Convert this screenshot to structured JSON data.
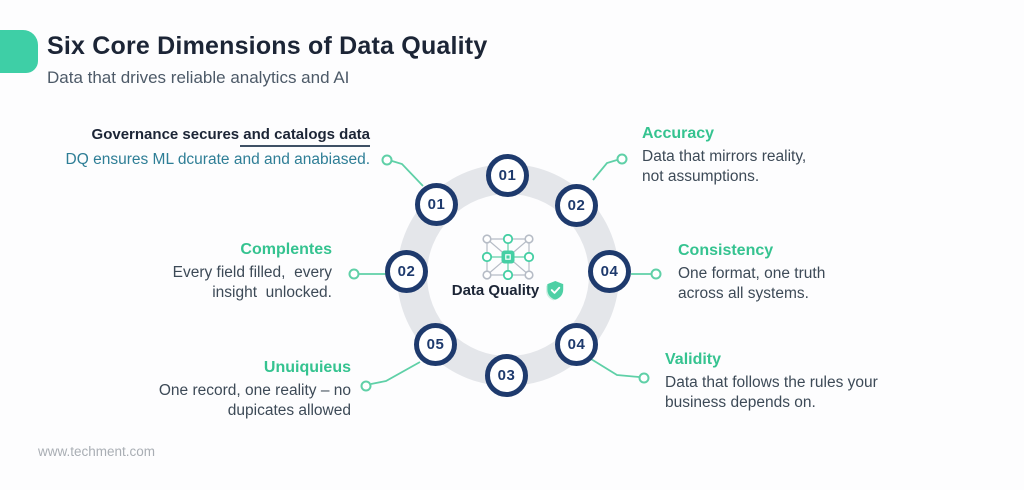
{
  "header": {
    "title": "Six Core Dimensions of Data Quality",
    "subtitle": "Data that drives reliable analytics and AI"
  },
  "diagram": {
    "center": {
      "label": "Data Quality",
      "icon": "network-grid-icon",
      "badge_icon": "shield-check-icon"
    },
    "badges": [
      {
        "label": "01"
      },
      {
        "label": "02"
      },
      {
        "label": "04"
      },
      {
        "label": "04"
      },
      {
        "label": "03"
      },
      {
        "label": "05"
      },
      {
        "label": "02"
      },
      {
        "label": "01"
      }
    ]
  },
  "callouts": {
    "governance": {
      "title": "Governance secures and catalogs data",
      "body": "DQ ensures ML dcurate and and anabiased."
    },
    "accuracy": {
      "title": "Accuracy",
      "lines": [
        "Data that mirrors reality,",
        "not assumptions."
      ]
    },
    "completeness": {
      "title": "Complentes",
      "lines": [
        "Every field filled,  every",
        "insight  unlocked."
      ]
    },
    "uniqueness": {
      "title": "Unuiquieus",
      "lines": [
        "One record, one reality – no",
        "dupicates allowed"
      ]
    },
    "consistency": {
      "title": "Consistency",
      "lines": [
        "One format, one truth",
        "across all systems."
      ]
    },
    "validity": {
      "title": "Validity",
      "lines": [
        "Data that follows the rules your",
        "business depends on."
      ]
    }
  },
  "footer": {
    "url": "www.techment.com"
  },
  "colors": {
    "accent_green": "#3ecfa6",
    "heading_green": "#35c390",
    "navy": "#1e3a6d",
    "title_navy": "#1c2536",
    "teal_body": "#2e7e96",
    "body_gray": "#3d4a57",
    "ring_gray": "#e4e6ea",
    "connector_green": "#5fd0a7"
  }
}
